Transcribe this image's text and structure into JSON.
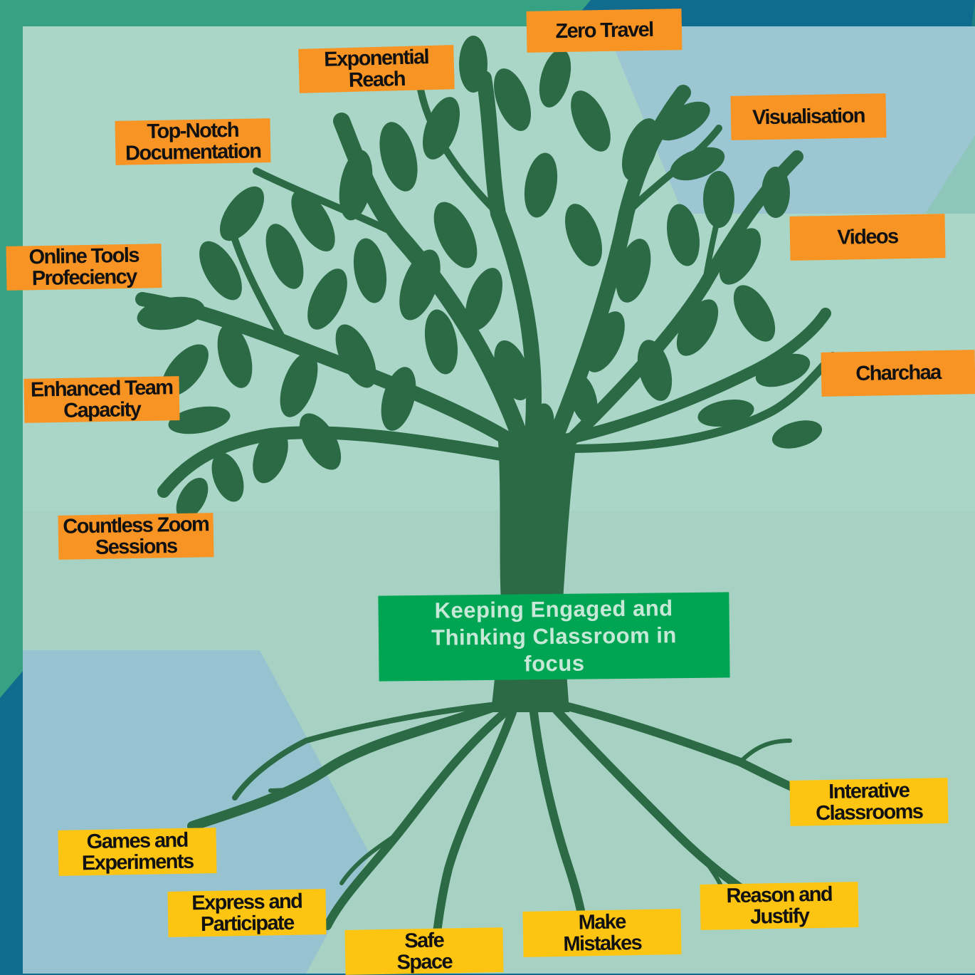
{
  "center": {
    "text": "Keeping Engaged and Thinking Classroom in focus"
  },
  "branches": [
    {
      "id": "zero-travel",
      "label": "Zero Travel"
    },
    {
      "id": "exponential-reach",
      "label": "Exponential\nReach"
    },
    {
      "id": "visualisation",
      "label": "Visualisation"
    },
    {
      "id": "top-notch-documentation",
      "label": "Top-Notch\nDocumentation"
    },
    {
      "id": "videos",
      "label": "Videos"
    },
    {
      "id": "online-tools-profeciency",
      "label": "Online Tools\nProfeciency"
    },
    {
      "id": "charchaa",
      "label": "Charchaa"
    },
    {
      "id": "enhanced-team-capacity",
      "label": "Enhanced Team\nCapacity"
    },
    {
      "id": "countless-zoom-sessions",
      "label": "Countless Zoom\nSessions"
    }
  ],
  "roots": [
    {
      "id": "interative-classrooms",
      "label": "Interative\nClassrooms"
    },
    {
      "id": "games-and-experiments",
      "label": "Games and\nExperiments"
    },
    {
      "id": "reason-and-justify",
      "label": "Reason and\nJustify"
    },
    {
      "id": "express-and-participate",
      "label": "Express and\nParticipate"
    },
    {
      "id": "make-mistakes",
      "label": "Make\nMistakes"
    },
    {
      "id": "safe-space",
      "label": "Safe\nSpace"
    }
  ],
  "colors": {
    "branch_label": "#f79423",
    "root_label": "#fdc512",
    "center_box": "#00a553",
    "tree": "#2b6a45",
    "panel": "#a9d6c7",
    "frame": "#116b8e"
  },
  "icons": [
    "tree-icon",
    "leaf-icon",
    "root-icon"
  ]
}
